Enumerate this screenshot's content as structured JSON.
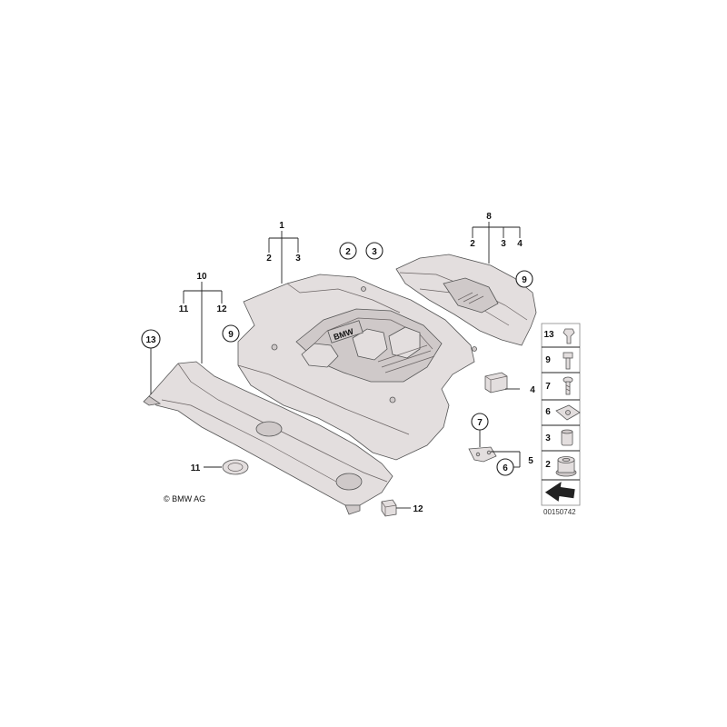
{
  "copyright": "© BMW AG",
  "document_number": "00150742",
  "brand_text": "BMW",
  "callouts": {
    "c1": "1",
    "c2a": "2",
    "c3a": "3",
    "c2b": "2",
    "c3b": "3",
    "c8": "8",
    "c2c": "2",
    "c3c": "3",
    "c4a": "4",
    "c9a": "9",
    "c10": "10",
    "c11a": "11",
    "c12a": "12",
    "c9b": "9",
    "c13": "13",
    "c4b": "4",
    "c7": "7",
    "c5": "5",
    "c6": "6",
    "c11b": "11",
    "c12b": "12"
  },
  "legend": [
    {
      "number": "13",
      "icon": "clip-icon"
    },
    {
      "number": "9",
      "icon": "bolt-icon"
    },
    {
      "number": "7",
      "icon": "screw-icon"
    },
    {
      "number": "6",
      "icon": "nut-clip-icon"
    },
    {
      "number": "3",
      "icon": "sleeve-icon"
    },
    {
      "number": "2",
      "icon": "grommet-icon"
    },
    {
      "number": "",
      "icon": "arrow-icon"
    }
  ]
}
